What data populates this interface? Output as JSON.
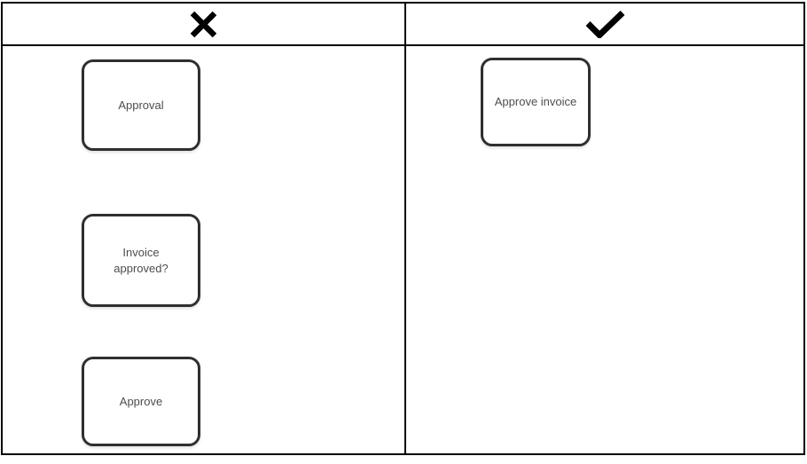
{
  "table": {
    "columns": [
      {
        "id": "bad-examples",
        "header": {
          "icon": "x-mark-icon",
          "glyph": "✕",
          "meaning": "incorrect"
        },
        "tasks": [
          {
            "label": "Approval"
          },
          {
            "label": "Invoice\napproved?"
          },
          {
            "label": "Approve"
          }
        ]
      },
      {
        "id": "good-examples",
        "header": {
          "icon": "check-mark-icon",
          "glyph": "✓",
          "meaning": "correct"
        },
        "tasks": [
          {
            "label": "Approve invoice"
          }
        ]
      }
    ]
  },
  "colors": {
    "table_border": "#000000",
    "icon_color": "#000000",
    "task_border": "#2f2f2f",
    "task_text": "#4d4d4d",
    "background": "#ffffff"
  }
}
